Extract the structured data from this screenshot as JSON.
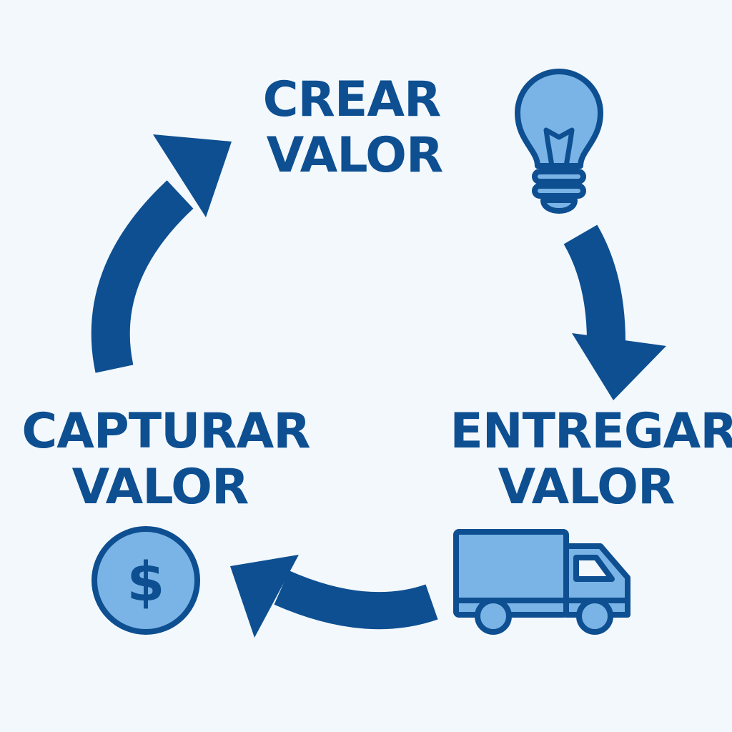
{
  "colors": {
    "background": "#f3f8fc",
    "primary": "#0d4f91",
    "light": "#7ab4e6"
  },
  "stages": {
    "create": {
      "line1": "CREAR",
      "line2": "VALOR",
      "icon": "lightbulb-icon"
    },
    "deliver": {
      "line1": "ENTREGAR",
      "line2": "VALOR",
      "icon": "delivery-truck-icon"
    },
    "capture": {
      "line1": "CAPTURAR",
      "line2": "VALOR",
      "icon": "dollar-coin-icon",
      "icon_symbol": "$"
    }
  }
}
